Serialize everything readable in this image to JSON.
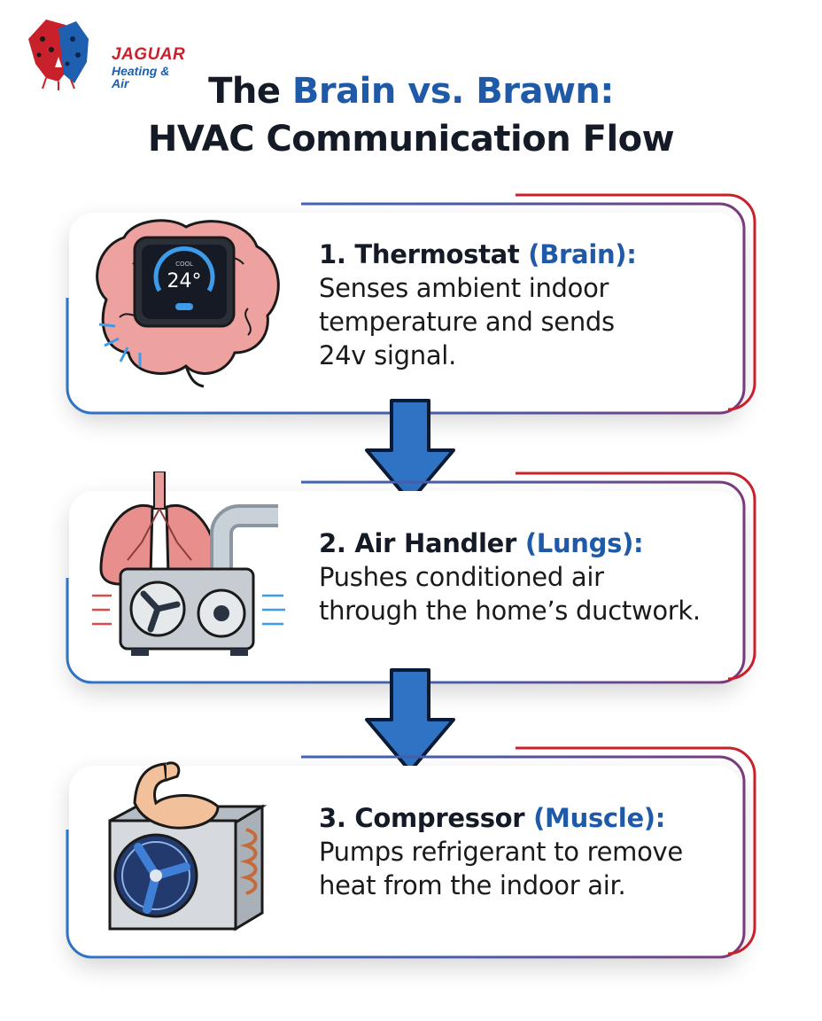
{
  "brand": {
    "name": "JAGUAR",
    "tagline": "Heating & Air"
  },
  "title": {
    "line1_prefix": "The ",
    "line1_accent": "Brain vs. Brawn:",
    "line2": "HVAC Communication Flow"
  },
  "steps": [
    {
      "heading_main": "1. Thermostat ",
      "heading_accent": "(Brain):",
      "lines": [
        "Senses ambient indoor",
        "temperature and sends",
        "24v signal."
      ],
      "display_mode": "COOL",
      "display_temp": "24°",
      "icon": "brain-thermostat-icon"
    },
    {
      "heading_main": "2. Air Handler ",
      "heading_accent": "(Lungs):",
      "lines": [
        "Pushes conditioned air",
        "through the home’s ductwork."
      ],
      "icon": "lungs-air-handler-icon"
    },
    {
      "heading_main": "3. Compressor ",
      "heading_accent": "(Muscle):",
      "lines": [
        "Pumps refrigerant to remove",
        "heat from the indoor air."
      ],
      "icon": "muscle-compressor-icon"
    }
  ],
  "colors": {
    "accent_blue": "#1f5aa8",
    "accent_red": "#c8212b",
    "dark": "#141a26"
  }
}
